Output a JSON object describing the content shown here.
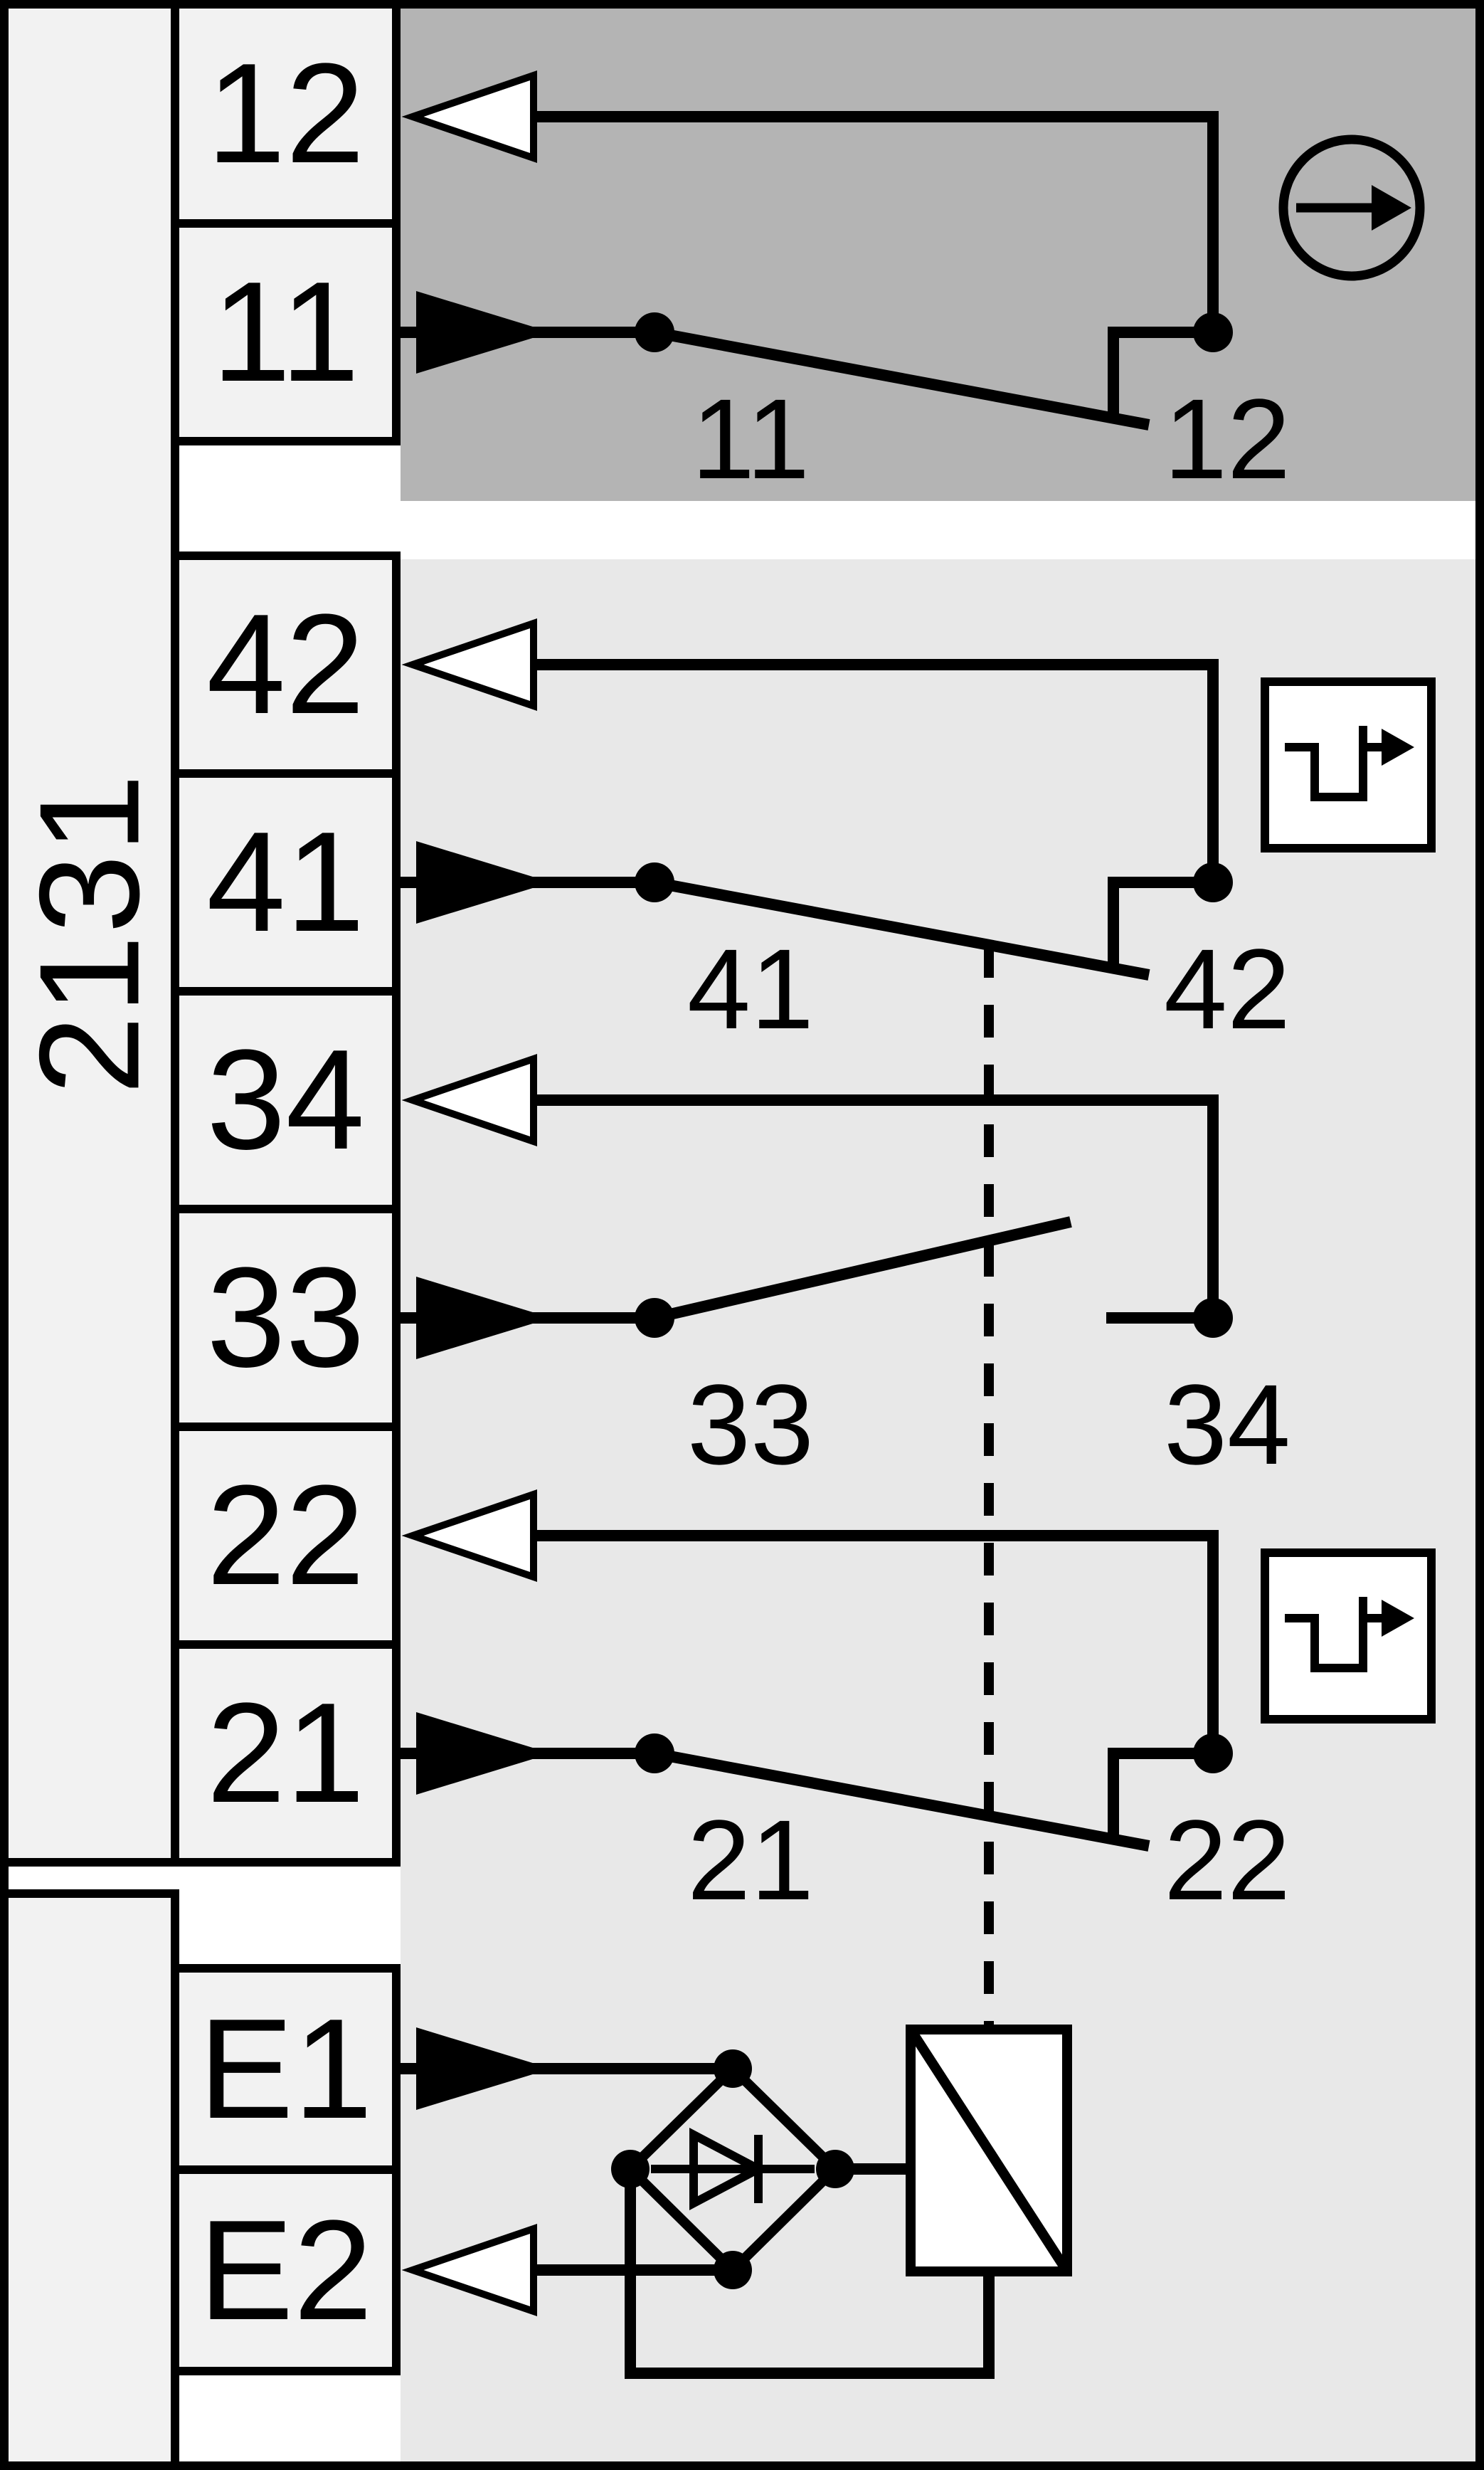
{
  "device_label": "2131",
  "terminals": [
    {
      "label": "12"
    },
    {
      "label": "11"
    },
    {
      "label": "42"
    },
    {
      "label": "41"
    },
    {
      "label": "34"
    },
    {
      "label": "33"
    },
    {
      "label": "22"
    },
    {
      "label": "21"
    },
    {
      "label": "E1"
    },
    {
      "label": "E2"
    }
  ],
  "contacts": [
    {
      "left_label": "11",
      "right_label": "12",
      "symbol_icon": "circle-arrow-icon"
    },
    {
      "left_label": "41",
      "right_label": "42",
      "symbol_icon": "pulse-square-icon"
    },
    {
      "left_label": "33",
      "right_label": "34",
      "symbol_icon": ""
    },
    {
      "left_label": "21",
      "right_label": "22",
      "symbol_icon": "pulse-square-icon"
    }
  ],
  "colors": {
    "auxiliary_region": "#b4b4b4",
    "safety_region": "#e8e8e8",
    "terminal_box_fill": "#f2f2f2",
    "line": "#000000",
    "background": "#ffffff"
  }
}
